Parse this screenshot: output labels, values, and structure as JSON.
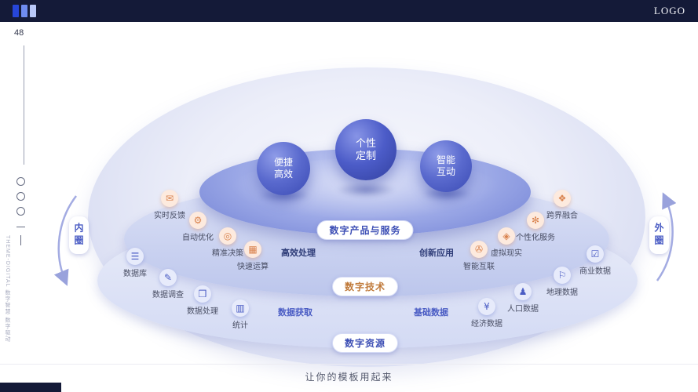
{
  "header": {
    "logo_text": "LOGO"
  },
  "page_number": "48",
  "side_text": "THEME-DIGITAL 数字智慧 数字驱动",
  "footer": {
    "tagline": "让你的模板用起来"
  },
  "diagram": {
    "spheres": [
      {
        "line1": "便捷",
        "line2": "高效"
      },
      {
        "line1": "个性",
        "line2": "定制"
      },
      {
        "line1": "智能",
        "line2": "互动"
      }
    ],
    "layer_labels": [
      {
        "label": "数字产品与服务"
      },
      {
        "label": "数字技术"
      },
      {
        "label": "数字资源"
      }
    ],
    "side_labels": {
      "left": "内圈",
      "right": "外圈"
    },
    "middle_left": [
      {
        "label": "实时反馈",
        "glyph": "✉"
      },
      {
        "label": "自动优化",
        "glyph": "⚙"
      },
      {
        "label": "精准决策",
        "glyph": "◎"
      },
      {
        "label": "快速运算",
        "glyph": "▦"
      }
    ],
    "middle_left_tag": "高效处理",
    "middle_right": [
      {
        "label": "跨界融合",
        "glyph": "❖"
      },
      {
        "label": "个性化服务",
        "glyph": "✻"
      },
      {
        "label": "虚拟现实",
        "glyph": "◈"
      },
      {
        "label": "智能互联",
        "glyph": "✇"
      }
    ],
    "middle_right_tag": "创新应用",
    "bottom_left": [
      {
        "label": "数据库",
        "glyph": "☰"
      },
      {
        "label": "数据调查",
        "glyph": "✎"
      },
      {
        "label": "数据处理",
        "glyph": "❒"
      },
      {
        "label": "统计",
        "glyph": "▥"
      }
    ],
    "bottom_left_tag": "数据获取",
    "bottom_right": [
      {
        "label": "商业数据",
        "glyph": "☑"
      },
      {
        "label": "地理数据",
        "glyph": "⚐"
      },
      {
        "label": "人口数据",
        "glyph": "♟"
      },
      {
        "label": "经济数据",
        "glyph": "¥"
      }
    ],
    "bottom_right_tag": "基础数据",
    "accent_indigo": "#3d4fb5",
    "accent_orange": "#c07a3a"
  }
}
